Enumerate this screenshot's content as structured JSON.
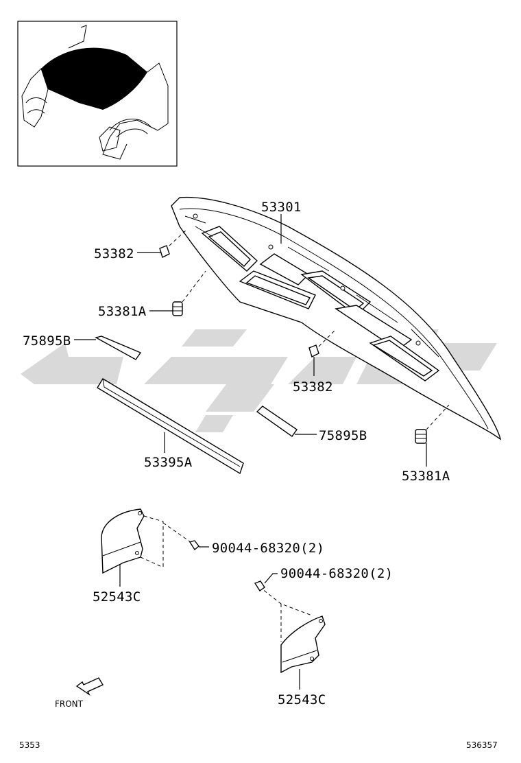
{
  "diagram": {
    "part_labels": {
      "hood": "53301",
      "hood_cushion_upper": "53382",
      "hood_cushion_lower": "53381A",
      "seal_left": "75895B",
      "seal_right": "75895B",
      "weatherstrip": "53395A",
      "cushion_center": "53382",
      "cushion_right": "53381A",
      "screw_upper": "90044-68320(2)",
      "screw_lower": "90044-68320(2)",
      "shield_left": "52543C",
      "shield_right": "52543C"
    },
    "front_label": "FRONT",
    "footer_left": "5353",
    "footer_right": "536357",
    "watermark_color": "#d9d9d9"
  }
}
